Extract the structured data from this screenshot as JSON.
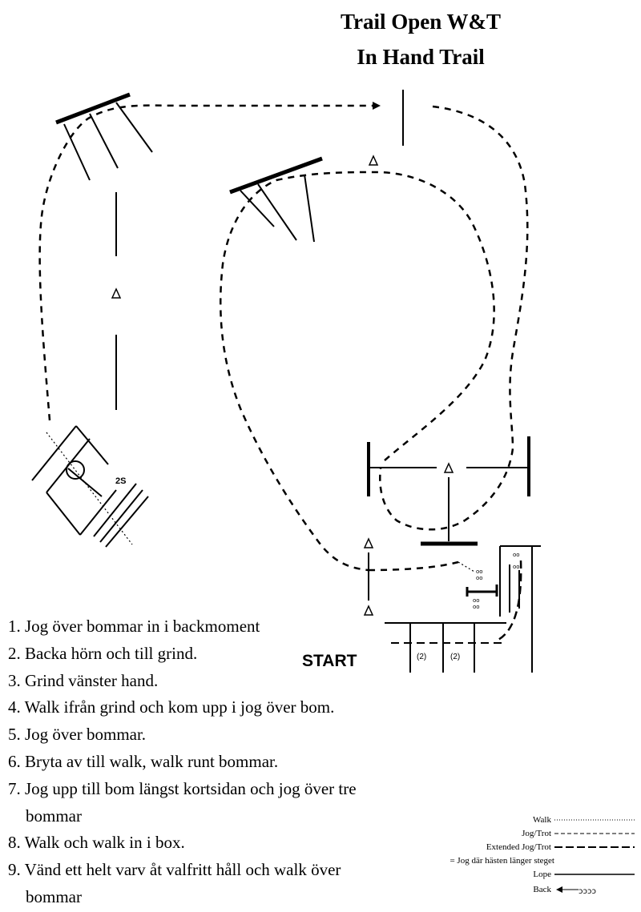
{
  "title": {
    "line1": "Trail Open W&T",
    "line2": "In Hand Trail"
  },
  "labels": {
    "start": "START",
    "box_2s": "2S",
    "pole_2a": "(2)",
    "pole_2b": "(2)"
  },
  "steps": [
    {
      "text": "1.  Jog över bommar in i backmoment"
    },
    {
      "text": "2.  Backa hörn och till grind."
    },
    {
      "text": "3.  Grind vänster hand."
    },
    {
      "text": "4. Walk ifrån grind och kom upp i jog över bom."
    },
    {
      "text": "5.  Jog över bommar."
    },
    {
      "text": "6. Bryta av till walk, walk runt bommar."
    },
    {
      "text": "7.  Jog upp till bom längst kortsidan och jog över tre",
      "cont": "bommar"
    },
    {
      "text": "8. Walk och walk in i box."
    },
    {
      "text": "9. Vänd ett helt varv åt valfritt håll och walk över",
      "cont": "bommar"
    }
  ],
  "legend": {
    "walk": "Walk",
    "jog": "Jog/Trot",
    "extended": "Extended Jog/Trot",
    "lengthen": "= Jog där hästen länger steget",
    "lope": "Lope",
    "back": "Back"
  }
}
